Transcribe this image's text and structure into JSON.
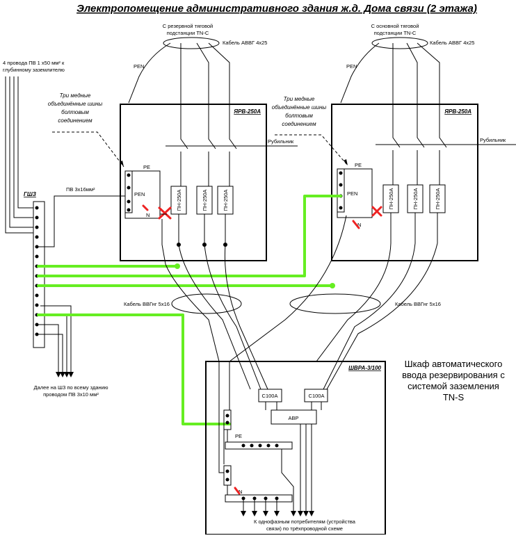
{
  "title": "Электропомещение административного здания ж.д. Дома связи (2 этажа)",
  "sources": {
    "left": "С резервной тяговой подстанции TN-C",
    "right": "С основной тяговой подстанции TN-C",
    "cable_top": "Кабель АВВГ 4х25",
    "pen": "PEN"
  },
  "ground_wires": "4 провода ПВ 1 х50 мм² к глубинному заземлителю",
  "busbar_note": "Три медные объединённые шины болтовым соединением",
  "panel_label": "ЯРВ-250А",
  "switch_label": "Рубильник",
  "fuse_label": "ПН-250А",
  "bus_pe": "PE",
  "bus_pen": "PEN",
  "bus_n": "N",
  "gsh_label": "ГШЗ",
  "pv_wire": "ПВ 3х16мм²",
  "cable_mid": "Кабель ВВГнг 5х16",
  "gsh_further": "Далее на ШЗ по всему зданию проводом ПВ 3х10 мм²",
  "cabinet_label": "ШВРА-3/100",
  "cabinet_desc": "Шкаф автоматического ввода резервирования с системой заземления TN-S",
  "breaker_label": "С100А",
  "avr_label": "АВР",
  "consumers": "К однофазным потребителям (устройства связи) по трёхпроводной схеме",
  "colors": {
    "pe_conductor": "#66ee22",
    "break_mark": "#ee2222"
  }
}
